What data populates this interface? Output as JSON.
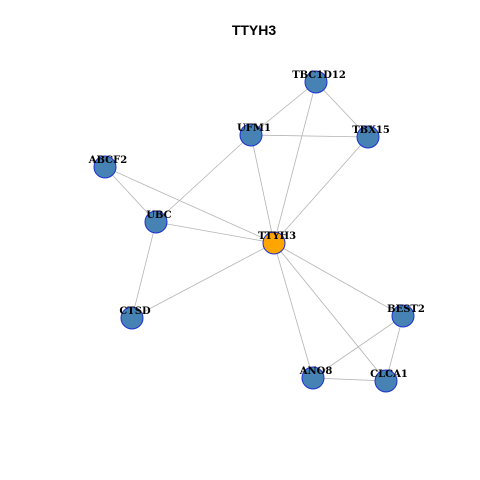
{
  "title": "TTYH3",
  "colors": {
    "center_node": "#ffa500",
    "neighbor_node": "#4682b4",
    "node_border": "#1c2fd0",
    "edge": "#b4b4b4"
  },
  "nodes": [
    {
      "id": "TTYH3",
      "label": "TTYH3",
      "role": "center"
    },
    {
      "id": "TBC1D12",
      "label": "TBC1D12",
      "role": "neighbor"
    },
    {
      "id": "UFM1",
      "label": "UFM1",
      "role": "neighbor"
    },
    {
      "id": "TBX15",
      "label": "TBX15",
      "role": "neighbor"
    },
    {
      "id": "ABCF2",
      "label": "ABCF2",
      "role": "neighbor"
    },
    {
      "id": "UBC",
      "label": "UBC",
      "role": "neighbor"
    },
    {
      "id": "CTSD",
      "label": "CTSD",
      "role": "neighbor"
    },
    {
      "id": "BEST2",
      "label": "BEST2",
      "role": "neighbor"
    },
    {
      "id": "ANO8",
      "label": "ANO8",
      "role": "neighbor"
    },
    {
      "id": "CLCA1",
      "label": "CLCA1",
      "role": "neighbor"
    }
  ],
  "edges": [
    [
      "TBC1D12",
      "UFM1"
    ],
    [
      "TBC1D12",
      "TBX15"
    ],
    [
      "TBC1D12",
      "TTYH3"
    ],
    [
      "UFM1",
      "TBX15"
    ],
    [
      "UFM1",
      "UBC"
    ],
    [
      "UFM1",
      "TTYH3"
    ],
    [
      "TBX15",
      "TTYH3"
    ],
    [
      "ABCF2",
      "UBC"
    ],
    [
      "ABCF2",
      "TTYH3"
    ],
    [
      "UBC",
      "TTYH3"
    ],
    [
      "UBC",
      "CTSD"
    ],
    [
      "CTSD",
      "TTYH3"
    ],
    [
      "TTYH3",
      "BEST2"
    ],
    [
      "TTYH3",
      "ANO8"
    ],
    [
      "TTYH3",
      "CLCA1"
    ],
    [
      "BEST2",
      "ANO8"
    ],
    [
      "BEST2",
      "CLCA1"
    ],
    [
      "ANO8",
      "CLCA1"
    ]
  ]
}
